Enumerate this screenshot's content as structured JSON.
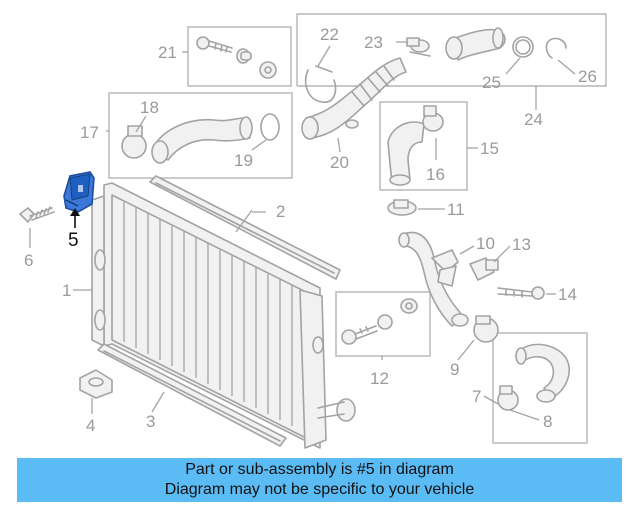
{
  "diagram": {
    "highlight_color": "#2f6fd0",
    "part_color": "#a3a3a3",
    "labels": {
      "p1": "1",
      "p2": "2",
      "p3": "3",
      "p4": "4",
      "p5": "5",
      "p6": "6",
      "p7": "7",
      "p8": "8",
      "p9": "9",
      "p10": "10",
      "p11": "11",
      "p12": "12",
      "p13": "13",
      "p14": "14",
      "p15": "15",
      "p16": "16",
      "p17": "17",
      "p18": "18",
      "p19": "19",
      "p20": "20",
      "p21": "21",
      "p22": "22",
      "p23": "23",
      "p24": "24",
      "p25": "25",
      "p26": "26"
    }
  },
  "banner": {
    "color": "#5bbcf5",
    "line1": "Part or sub-assembly is #5 in diagram",
    "line2": "Diagram may not be specific to your vehicle"
  }
}
